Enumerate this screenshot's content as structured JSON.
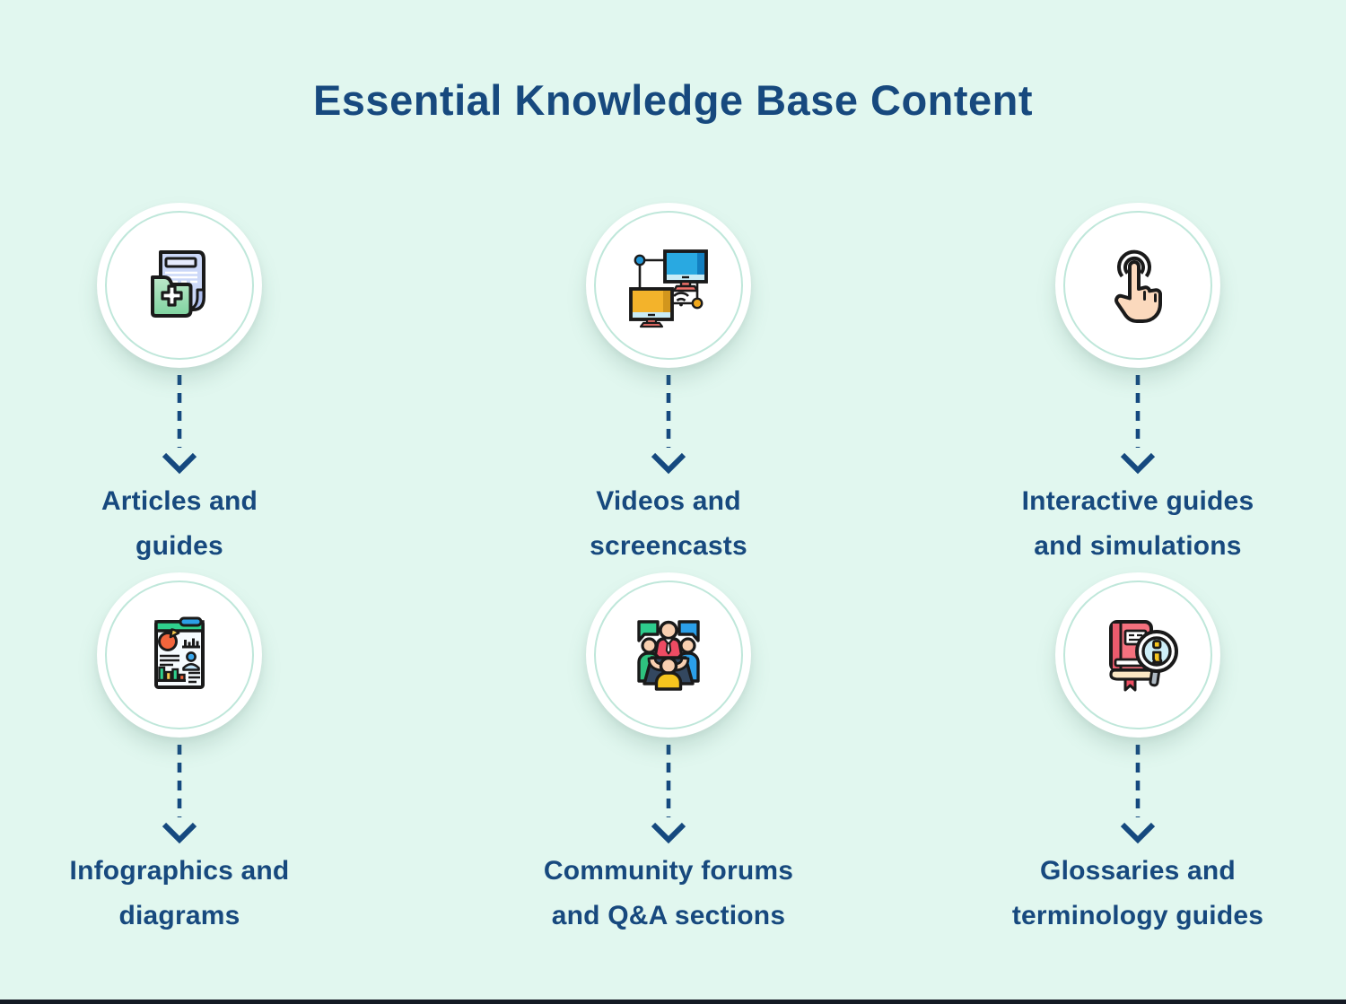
{
  "page": {
    "title": "Essential Knowledge Base Content",
    "colors": {
      "background": "#e1f7ef",
      "heading_text": "#17497e",
      "label_text": "#17497e",
      "arrow": "#15497f",
      "circle_fill": "#ffffff",
      "circle_ring": "#bfe7da",
      "bottom_bar": "#141a24"
    }
  },
  "items": [
    {
      "icon": "articles-folder-icon",
      "label_line1": "Articles and",
      "label_line2": "guides"
    },
    {
      "icon": "connected-screens-icon",
      "label_line1": "Videos and",
      "label_line2": "screencasts"
    },
    {
      "icon": "touch-gesture-icon",
      "label_line1": "Interactive guides",
      "label_line2": "and simulations"
    },
    {
      "icon": "infographic-report-icon",
      "label_line1": "Infographics and",
      "label_line2": "diagrams"
    },
    {
      "icon": "community-meeting-icon",
      "label_line1": "Community forums",
      "label_line2": "and Q&A sections"
    },
    {
      "icon": "glossary-book-search-icon",
      "label_line1": "Glossaries and",
      "label_line2": "terminology guides"
    }
  ]
}
